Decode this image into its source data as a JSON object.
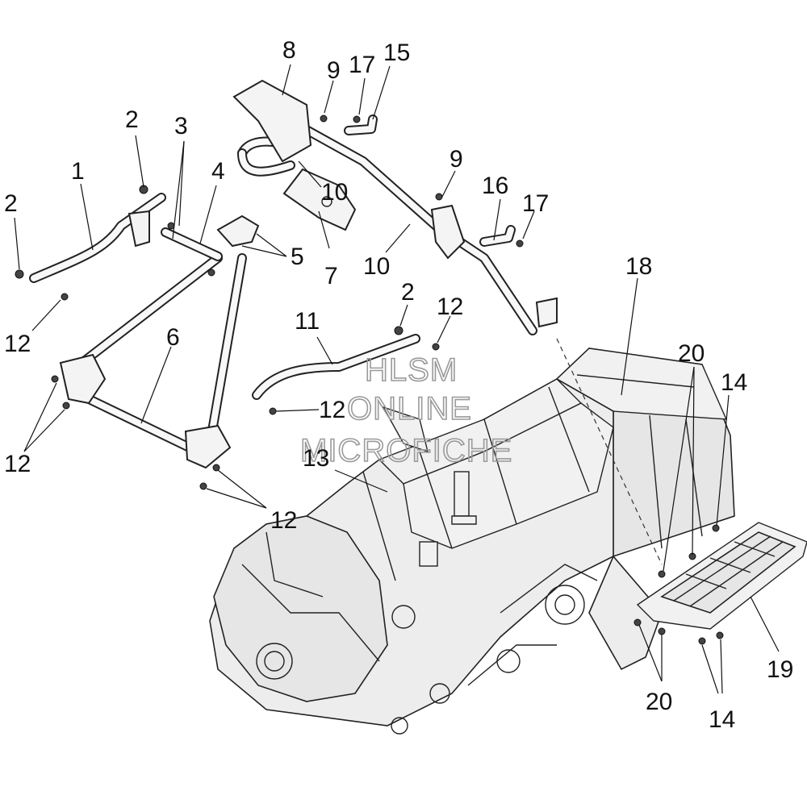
{
  "callouts": [
    {
      "id": "c1",
      "text": "1"
    },
    {
      "id": "c2a",
      "text": "2"
    },
    {
      "id": "c2b",
      "text": "2"
    },
    {
      "id": "c2c",
      "text": "2"
    },
    {
      "id": "c3",
      "text": "3"
    },
    {
      "id": "c4",
      "text": "4"
    },
    {
      "id": "c5",
      "text": "5"
    },
    {
      "id": "c6",
      "text": "6"
    },
    {
      "id": "c7",
      "text": "7"
    },
    {
      "id": "c8",
      "text": "8"
    },
    {
      "id": "c9a",
      "text": "9"
    },
    {
      "id": "c9b",
      "text": "9"
    },
    {
      "id": "c10a",
      "text": "10"
    },
    {
      "id": "c10b",
      "text": "10"
    },
    {
      "id": "c11",
      "text": "11"
    },
    {
      "id": "c12a",
      "text": "12"
    },
    {
      "id": "c12b",
      "text": "12"
    },
    {
      "id": "c12c",
      "text": "12"
    },
    {
      "id": "c12d",
      "text": "12"
    },
    {
      "id": "c12e",
      "text": "12"
    },
    {
      "id": "c13",
      "text": "13"
    },
    {
      "id": "c14a",
      "text": "14"
    },
    {
      "id": "c14b",
      "text": "14"
    },
    {
      "id": "c15",
      "text": "15"
    },
    {
      "id": "c16",
      "text": "16"
    },
    {
      "id": "c17a",
      "text": "17"
    },
    {
      "id": "c17b",
      "text": "17"
    },
    {
      "id": "c18",
      "text": "18"
    },
    {
      "id": "c19",
      "text": "19"
    },
    {
      "id": "c20a",
      "text": "20"
    },
    {
      "id": "c20b",
      "text": "20"
    }
  ],
  "watermark": {
    "line1": "HLSM",
    "line2": "ONLINE",
    "line3": "MICROFICHE"
  },
  "colors": {
    "line": "#222222",
    "part_fill": "#f4f4f4",
    "watermark": "#9a9a9a"
  }
}
